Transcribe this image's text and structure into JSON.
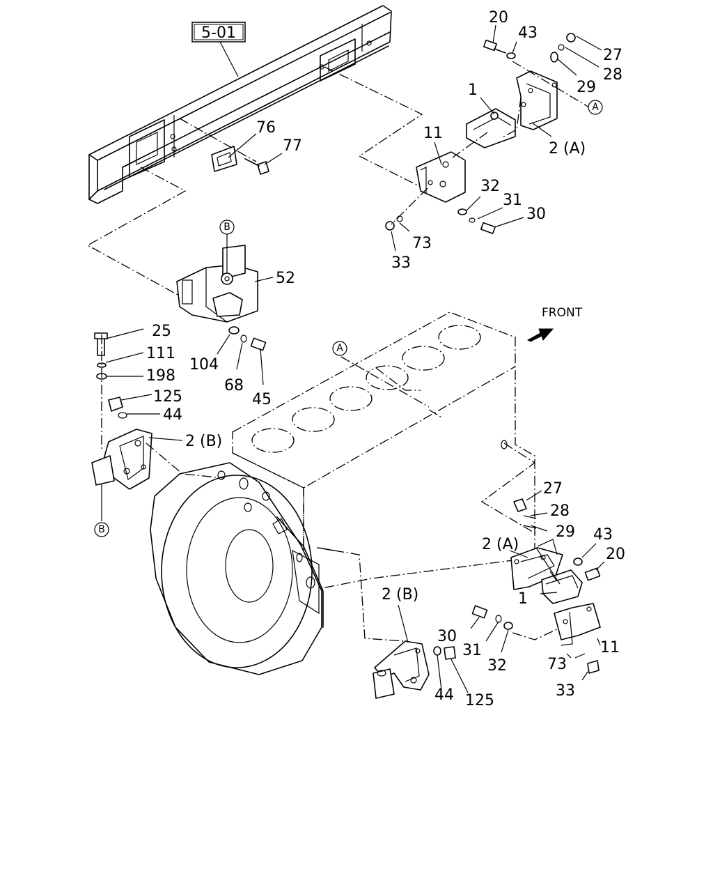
{
  "figure": {
    "ref_box": "5-01",
    "front_label": "FRONT"
  },
  "callouts": {
    "p20a": "20",
    "p43a": "43",
    "p27a": "27",
    "p28a": "28",
    "p29a": "29",
    "p1a": "1",
    "p2a_top": "2 (A)",
    "p76": "76",
    "p77": "77",
    "p11a": "11",
    "p32a": "32",
    "p31a": "31",
    "p30a": "30",
    "p73a": "73",
    "p33a": "33",
    "p52": "52",
    "p25": "25",
    "p111": "111",
    "p198": "198",
    "p125a": "125",
    "p44a": "44",
    "p2b_left": "2 (B)",
    "p104": "104",
    "p68": "68",
    "p45": "45",
    "p27b": "27",
    "p28b": "28",
    "p29b": "29",
    "p2a_bot": "2 (A)",
    "p43b": "43",
    "p20b": "20",
    "p1b": "1",
    "p2b_bot": "2 (B)",
    "p30b": "30",
    "p31b": "31",
    "p32b": "32",
    "p11b": "11",
    "p73b": "73",
    "p33b": "33",
    "p44b": "44",
    "p125b": "125"
  },
  "markers": {
    "a_top": "A",
    "a_engine": "A",
    "b_upper": "B",
    "b_lower": "B"
  }
}
